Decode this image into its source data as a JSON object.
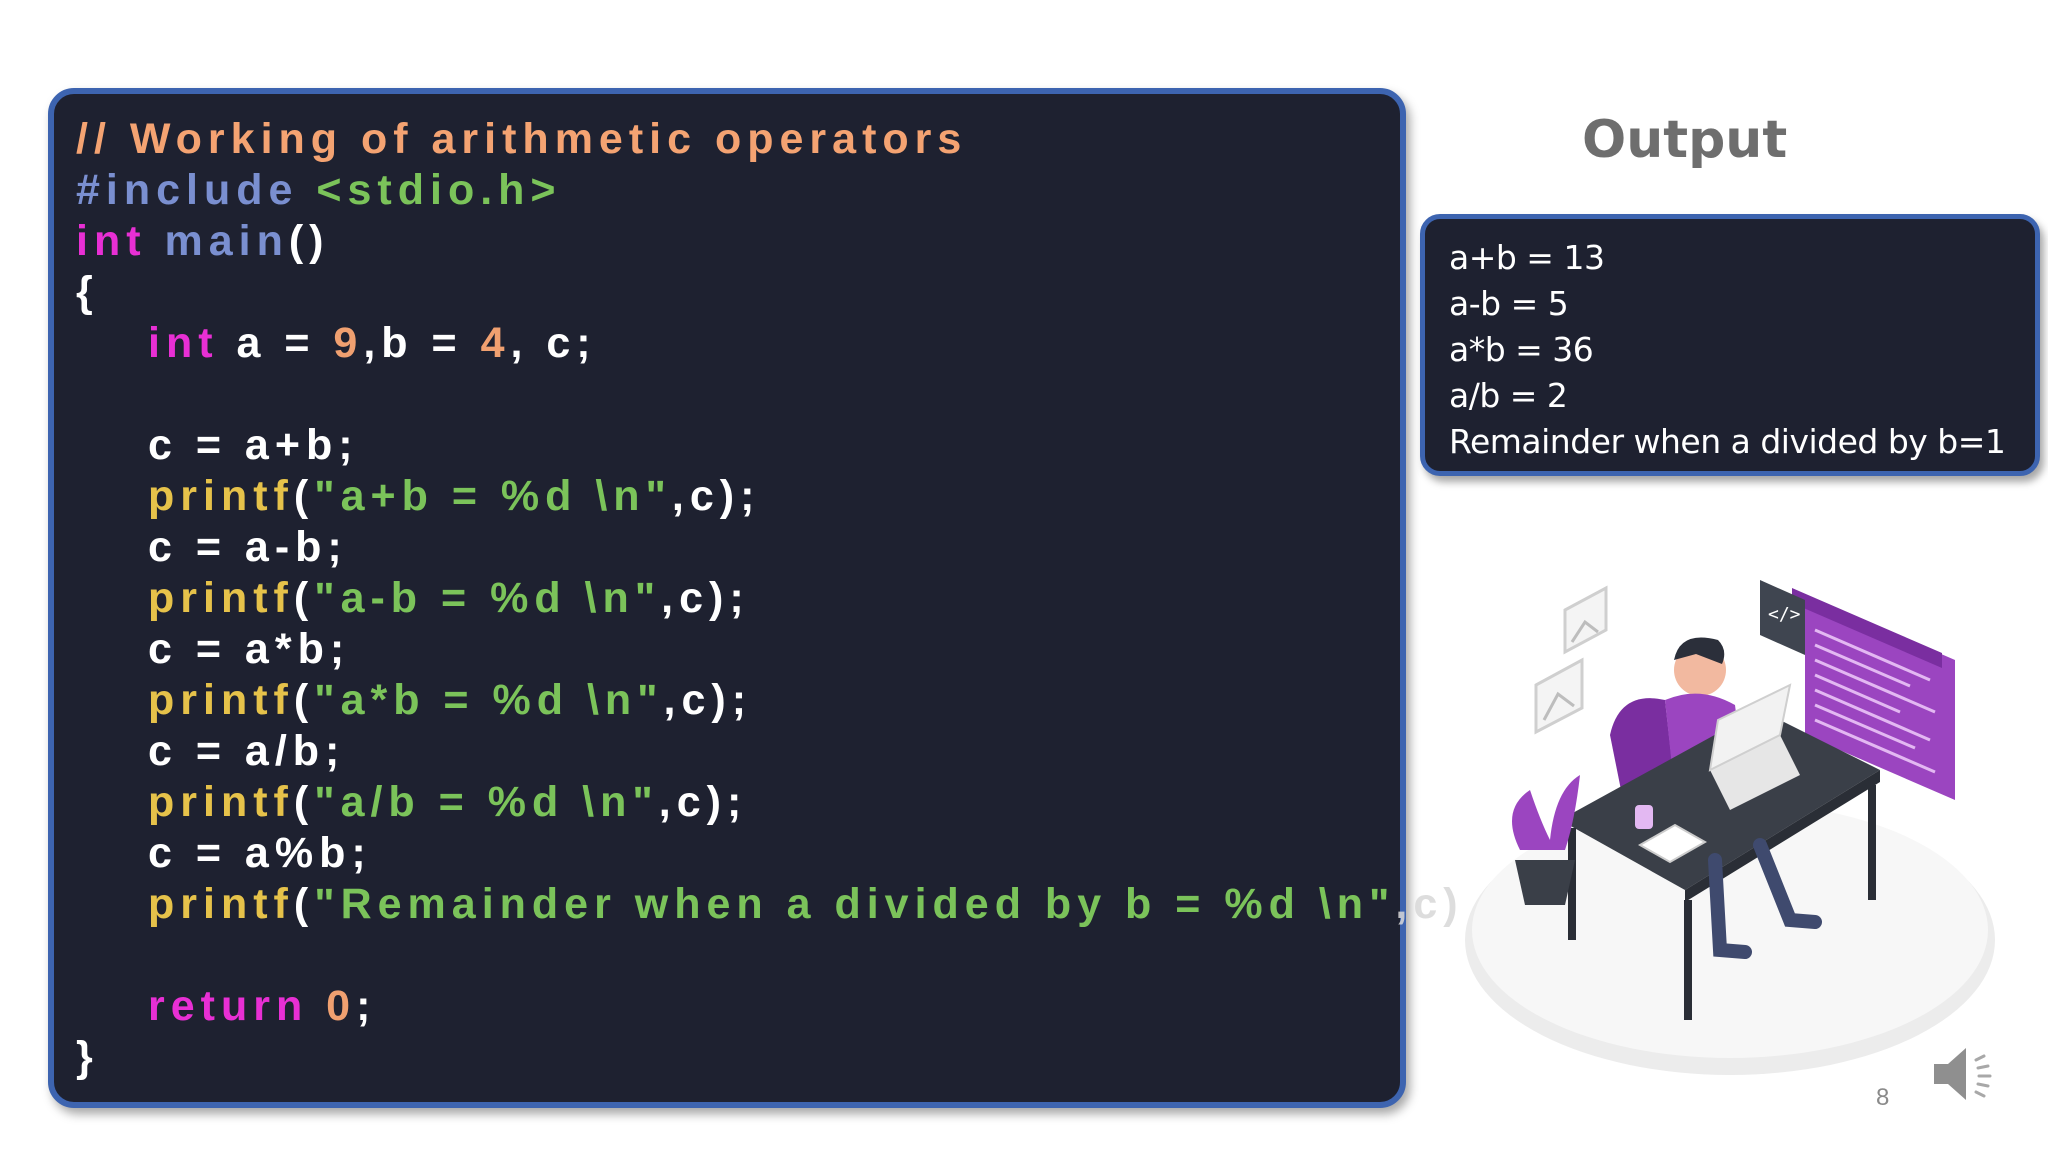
{
  "code": {
    "l1": "// Working of arithmetic operators",
    "l2_dir": "#include",
    "l2_hdr": " <stdio.h>",
    "l3_kw": "int",
    "l3_fn": " main",
    "l3_rest": "()",
    "l4": "{",
    "l5_kw": "int",
    "l5_a": " a = ",
    "l5_n1": "9",
    "l5_b": ",b = ",
    "l5_n2": "4",
    "l5_c": ", c;",
    "l7": "c = a+b;",
    "l8_fn": "printf",
    "l8_p": "(",
    "l8_s": "\"a+b = %d \\n\"",
    "l8_r": ",c);",
    "l9": "c = a-b;",
    "l10_fn": "printf",
    "l10_p": "(",
    "l10_s": "\"a-b = %d \\n\"",
    "l10_r": ",c);",
    "l11": "c = a*b;",
    "l12_fn": "printf",
    "l12_p": "(",
    "l12_s": "\"a*b = %d \\n\"",
    "l12_r": ",c);",
    "l13": "c = a/b;",
    "l14_fn": "printf",
    "l14_p": "(",
    "l14_s": "\"a/b = %d \\n\"",
    "l14_r": ",c);",
    "l15": "c = a%b;",
    "l16_fn": "printf",
    "l16_p": "(",
    "l16_s": "\"Remainder when a divided by b = %d \\n\"",
    "l16_r": ",c)",
    "l18_kw": "return",
    "l18_n": " 0",
    "l18_r": ";",
    "l19": "}"
  },
  "output": {
    "title": "Output",
    "lines": [
      "a+b = 13",
      "a-b = 5",
      "a*b = 36",
      "a/b = 2",
      "Remainder when a divided by b=1"
    ]
  },
  "footer": {
    "page_number": "8"
  },
  "colors": {
    "panel_bg": "#1e2130",
    "panel_border": "#3d64b0",
    "keyword": "#e82fd4",
    "function": "#e6c24a",
    "string": "#7bc35a",
    "number": "#f0a070",
    "comment": "#f4a372",
    "directive": "#7a8fd0"
  },
  "icons": {
    "speaker": "speaker-icon",
    "illustration": "developer-at-desk-illustration"
  }
}
